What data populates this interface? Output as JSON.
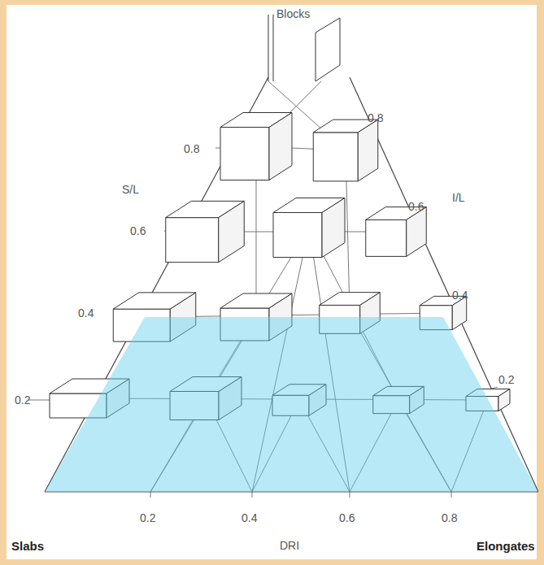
{
  "diagram": {
    "labels": [
      "Blocks",
      "0.8",
      "0.8",
      "S/L",
      "I/L",
      "0.6",
      "0.6",
      "0.4",
      "0.4",
      "0.2",
      "0.2",
      "0.2",
      "0.4",
      "0.6",
      "0.8",
      "Slabs",
      "DRI",
      "Elongates"
    ]
  }
}
